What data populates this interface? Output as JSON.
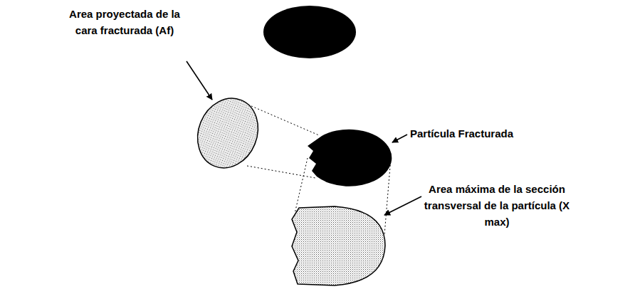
{
  "diagram": {
    "labels": [
      "Area proyectada de la cara fracturada (Af)",
      "Partícula Fracturada",
      "Area máxima de la sección transversal de la partícula (X max)"
    ]
  }
}
